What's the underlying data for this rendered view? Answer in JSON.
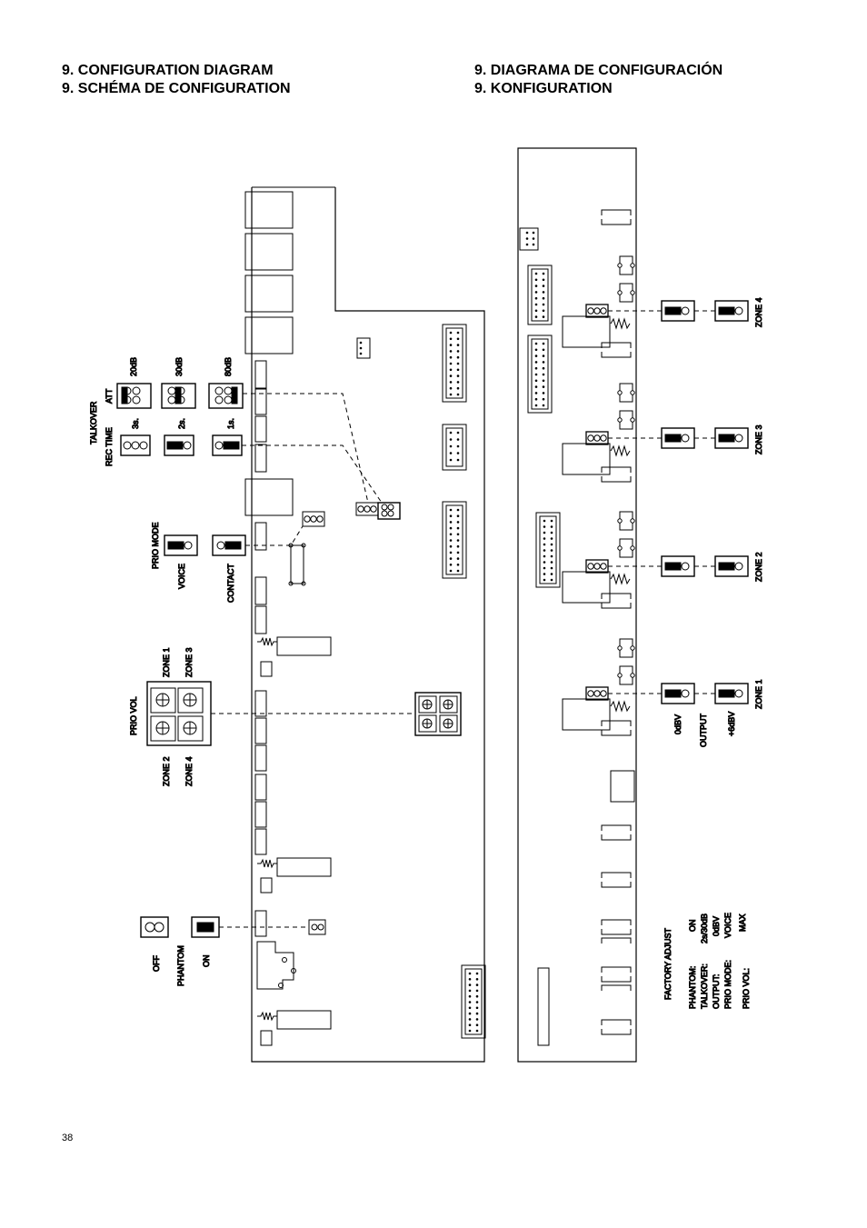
{
  "header": {
    "title_left_1": "9. CONFIGURATION DIAGRAM",
    "title_left_2": "9. SCHÉMA DE CONFIGURATION",
    "title_right_1": "9. DIAGRAMA DE CONFIGURACIÓN",
    "title_right_2": "9. KONFIGURATION"
  },
  "left_board": {
    "talkover_label": "TALKOVER",
    "rec_time_label": "REC TIME",
    "att_label": "ATT",
    "att_values": [
      "20dB",
      "30dB",
      "80dB"
    ],
    "rec_values": [
      "3s.",
      "2s.",
      "1s."
    ],
    "prio_mode_label": "PRIO MODE",
    "voice_label": "VOICE",
    "contact_label": "CONTACT",
    "prio_vol_label": "PRIO VOL",
    "zone_1": "ZONE 1",
    "zone_2": "ZONE 2",
    "zone_3": "ZONE 3",
    "zone_4": "ZONE 4",
    "off_label": "OFF",
    "phantom_label": "PHANTOM",
    "on_label": "ON"
  },
  "right_board": {
    "zones": [
      "ZONE 4",
      "ZONE 3",
      "ZONE 2",
      "ZONE 1"
    ],
    "odbv_label": "0dBV",
    "output_label": "OUTPUT",
    "plus6_label": "+6dBV"
  },
  "factory": {
    "title": "FACTORY ADJUST",
    "rows": [
      {
        "name": "PHANTOM:",
        "value": "ON"
      },
      {
        "name": "TALKOVER:",
        "value": "2s/30dB"
      },
      {
        "name": "OUTPUT:",
        "value": "0dBV"
      },
      {
        "name": "PRIO MODE:",
        "value": "VOICE"
      },
      {
        "name": "PRIO VOL:",
        "value": "MAX"
      }
    ]
  },
  "footer": {
    "page_number": "38"
  }
}
